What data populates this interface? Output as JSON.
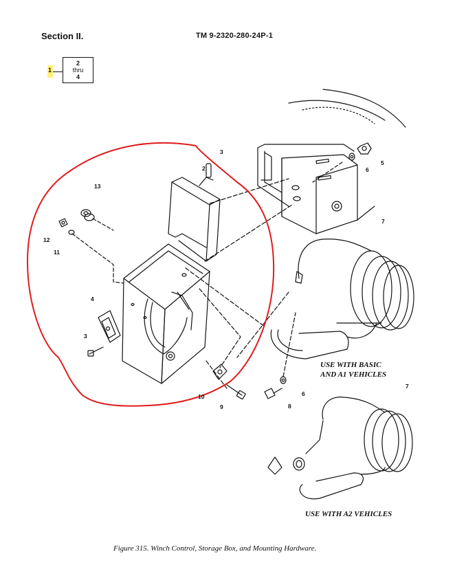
{
  "header": {
    "section": "Section II.",
    "tm_number": "TM 9-2320-280-24P-1"
  },
  "reference": {
    "left_item": "1",
    "top": "2",
    "middle": "thru",
    "bottom": "4"
  },
  "callouts": {
    "c2": "2",
    "c3_top": "3",
    "c3_left": "3",
    "c4": "4",
    "c5": "5",
    "c6_top": "6",
    "c6_bottom": "6",
    "c7_top": "7",
    "c7_bottom": "7",
    "c8": "8",
    "c9": "9",
    "c10": "10",
    "c11": "11",
    "c12": "12",
    "c13": "13"
  },
  "captions": {
    "basic_line1": "USE WITH BASIC",
    "basic_line2": "AND A1 VEHICLES",
    "a2": "USE WITH A2 VEHICLES"
  },
  "figure_caption": "Figure 315.  Winch Control, Storage Box, and Mounting Hardware.",
  "colors": {
    "ink": "#111111",
    "markup_red": "#e01b1b",
    "highlight": "#fff27a"
  }
}
